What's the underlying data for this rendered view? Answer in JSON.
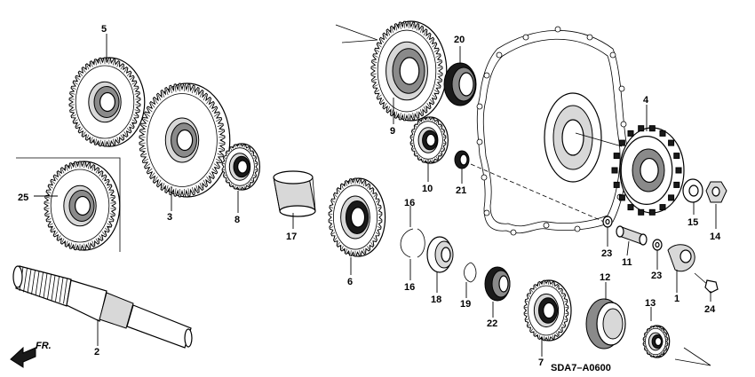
{
  "diagram_code": "SDA7–A0600",
  "direction_label": "FR.",
  "parts": [
    {
      "id": "part-5",
      "label": "5",
      "name": "gear"
    },
    {
      "id": "part-3",
      "label": "3",
      "name": "gear"
    },
    {
      "id": "part-8",
      "label": "8",
      "name": "gear"
    },
    {
      "id": "part-17",
      "label": "17",
      "name": "sleeve"
    },
    {
      "id": "part-25",
      "label": "25",
      "name": "gear"
    },
    {
      "id": "part-2",
      "label": "2",
      "name": "shaft"
    },
    {
      "id": "part-6",
      "label": "6",
      "name": "gear"
    },
    {
      "id": "part-9",
      "label": "9",
      "name": "gear"
    },
    {
      "id": "part-20",
      "label": "20",
      "name": "needle-bearing"
    },
    {
      "id": "part-10",
      "label": "10",
      "name": "gear"
    },
    {
      "id": "part-21",
      "label": "21",
      "name": "needle-bearing"
    },
    {
      "id": "part-16a",
      "label": "16",
      "name": "snap-ring"
    },
    {
      "id": "part-16b",
      "label": "16",
      "name": "snap-ring"
    },
    {
      "id": "part-18",
      "label": "18",
      "name": "ball-bearing"
    },
    {
      "id": "part-19",
      "label": "19",
      "name": "snap-ring"
    },
    {
      "id": "part-22",
      "label": "22",
      "name": "needle-bearing"
    },
    {
      "id": "part-7",
      "label": "7",
      "name": "gear"
    },
    {
      "id": "part-12",
      "label": "12",
      "name": "sleeve-ring"
    },
    {
      "id": "part-13",
      "label": "13",
      "name": "gear"
    },
    {
      "id": "part-4",
      "label": "4",
      "name": "park-gear"
    },
    {
      "id": "part-15",
      "label": "15",
      "name": "washer"
    },
    {
      "id": "part-14",
      "label": "14",
      "name": "nut"
    },
    {
      "id": "part-23a",
      "label": "23",
      "name": "washer"
    },
    {
      "id": "part-23b",
      "label": "23",
      "name": "washer"
    },
    {
      "id": "part-11",
      "label": "11",
      "name": "shaft"
    },
    {
      "id": "part-1",
      "label": "1",
      "name": "bracket"
    },
    {
      "id": "part-24",
      "label": "24",
      "name": "bolt"
    }
  ]
}
